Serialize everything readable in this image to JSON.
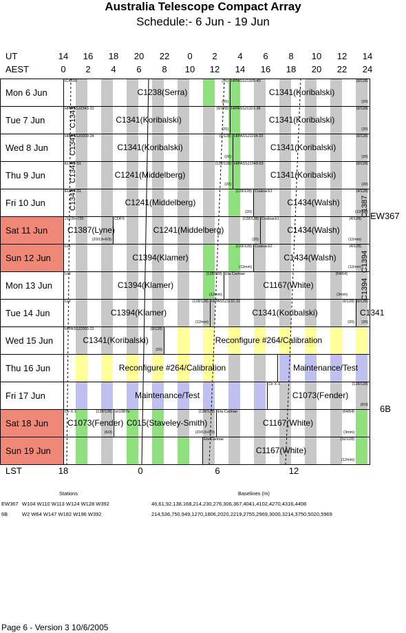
{
  "title": "Australia Telescope Compact Array",
  "subtitle": "Schedule:- 6  Jun - 19 Jun",
  "axis": {
    "ut_label": "UT",
    "aest_label": "AEST",
    "lst_label": "LST",
    "ut_ticks": [
      "14",
      "16",
      "18",
      "20",
      "22",
      "0",
      "2",
      "4",
      "6",
      "8",
      "10",
      "12",
      "14"
    ],
    "aest_ticks": [
      "0",
      "2",
      "4",
      "6",
      "8",
      "10",
      "12",
      "14",
      "16",
      "18",
      "20",
      "22",
      "24"
    ],
    "lst_ticks": [
      "18",
      "0",
      "6",
      "12"
    ]
  },
  "days": [
    "Mon   6  Jun",
    "Tue   7  Jun",
    "Wed   8  Jun",
    "Thu   9  Jun",
    "Fri   10  Jun",
    "Sat   11  Jun",
    "Sun   12  Jun",
    "Mon  13  Jun",
    "Tue   14  Jun",
    "Wed  15  Jun",
    "Thu   16  Jun",
    "Fri    17  Jun",
    "Sat   18  Jun",
    "Sun   19  Jun"
  ],
  "weekend_color": "#f08878",
  "stripe_colors": {
    "gray": "#c8c8c8",
    "green": "#90e080",
    "yellow": "#ffff99",
    "lavender": "#c0c0f0"
  },
  "rows": [
    [
      {
        "big": "C1238(Serra)",
        "tl": "IC4399",
        "tr": "(16)",
        "br": "(20)"
      },
      {
        "big": "C1341(Koribalski)",
        "tl": "HIPASSJ1305-40",
        "tr": "(9/128)",
        "br": "(20)"
      }
    ],
    [
      {
        "big": "C1341(Koribalski)",
        "tl": "HIPASSJ2343-31",
        "tr": "(9/128)",
        "br": "(20)"
      },
      {
        "big": "C1341(Koribalski)",
        "tl": "HIPASSJ1321-36",
        "tr": "(9/128)",
        "br": "(20)"
      }
    ],
    [
      {
        "big": "C1341(Koribalski)",
        "tl": "HIPASSJ0009-34",
        "tr": "(9/128)",
        "br": "(20)"
      },
      {
        "big": "C1341(Koribalski)",
        "tl": "HIPASSJ1154-33",
        "tr": "(9/128)",
        "br": "(20)"
      }
    ],
    [
      {
        "big": "C1241(Middelberg)",
        "tl": "ELIAS-S1",
        "tr": "(128/128)",
        "br": "(20)"
      },
      {
        "big": "C1341(Koribalski)",
        "tl": "HIPASSJ1349-53",
        "tr": "(9/128)",
        "br": "(20)"
      }
    ],
    [
      {
        "big": "C1241(Middelberg)",
        "tl": "ELIAS-S1",
        "tr": "(128/128)",
        "br": "(20)"
      },
      {
        "big": "C1434(Walsh)",
        "tl": "Coalsack1",
        "tr": "(4/128)",
        "br": "(12mm)"
      }
    ],
    [
      {
        "big": "C1387(Lyne)",
        "tl": "J1639+725",
        "tr": "",
        "br": "(20/13+6/3)"
      },
      {
        "big": "C1241(Middelberg)",
        "tl": "CDFS",
        "tr": "(128/128)",
        "br": "(20)"
      },
      {
        "big": "C1434(Walsh)",
        "tl": "Coalsack1",
        "tr": "(4/128)",
        "br": "(12mm)"
      }
    ],
    [
      {
        "big": "C1394(Klamer)",
        "tl": "List",
        "tr": "(128/128)",
        "br": "(12mm)"
      },
      {
        "big": "C1434(Walsh)",
        "tl": "Coalsack2",
        "tr": "(4/128)",
        "br": "(12mm)"
      }
    ],
    [
      {
        "big": "C1394(Klamer)",
        "tl": "List",
        "tr": "(128/128)",
        "br": "(12mm)"
      },
      {
        "big": "C1167(White)",
        "tl": "Eta Carinae",
        "tr": "(64/64)",
        "br": "(3mm)"
      }
    ],
    [
      {
        "big": "C1394(Klamer)",
        "tl": "List",
        "tr": "(128/128)",
        "br": "(12mm)"
      },
      {
        "big": "C1341(Koribalski)",
        "tl": "HIPASSJ1131-31",
        "tr": "(9/128)",
        "br": "(20)"
      },
      {
        "big": "C1341",
        "tl": "",
        "tr": "(9/128)",
        "br": "(20)"
      }
    ],
    [
      {
        "big": "C1341(Koribalski)",
        "tl": "HIPASSJ2003-31",
        "tr": "(9/128)",
        "br": "(20)"
      },
      {
        "big": "Reconfigure #264/Calibration",
        "tl": "",
        "tr": "",
        "br": ""
      }
    ],
    [
      {
        "big": "Reconfigure #264/Calibration",
        "tl": "",
        "tr": "",
        "br": ""
      },
      {
        "big": "Maintenance/Test",
        "tl": "",
        "tr": "",
        "br": ""
      }
    ],
    [
      {
        "big": "Maintenance/Test",
        "tl": "",
        "tr": "",
        "br": ""
      },
      {
        "big": "C1073(Fender)",
        "tl": "Cir X-1",
        "tr": "(128/128)",
        "br": "(6/3)"
      }
    ],
    [
      {
        "big": "C1073(Fender)",
        "tl": "Cir X-1",
        "tr": "(128/128)",
        "br": "(6/3)"
      },
      {
        "big": "C015(Staveley-Smith)",
        "tl": "sn1987a",
        "tr": "(128/128)",
        "br": "(20/13+6/3)"
      },
      {
        "big": "C1167(White)",
        "tl": "Eta Carinae",
        "tr": "(64/64)",
        "br": "(3mm)"
      }
    ],
    [
      {
        "big": "C1167(White)",
        "tl": "Eta Carinae",
        "tr": "(32/128)",
        "br": "(12mm)"
      }
    ]
  ],
  "vertical_labels": [
    "C1341",
    "C1341",
    "C1341",
    "C1341",
    "C1387",
    "C1394",
    "C1394"
  ],
  "configs": [
    "EW367",
    "6B"
  ],
  "footer": {
    "stations_label": "Stations",
    "baselines_label": "Baselines (m)",
    "configs": [
      {
        "name": "EW367",
        "stations": "W104 W110 W113 W124 W128 W392",
        "baselines": "46,61,92,138,168,214,230,276,306,367,4041,4102,4270,4316,4408"
      },
      {
        "name": "6B",
        "stations": "W2 W64 W147 W182 W196 W392",
        "baselines": "214,536,750,949,1270,1806,2020,2219,2755,2969,3000,3214,3750,5020,5969"
      }
    ],
    "page": "Page 6 - Version 3  10/6/2005"
  }
}
